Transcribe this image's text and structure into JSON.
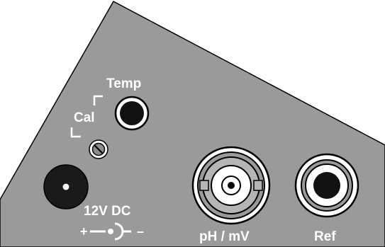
{
  "panel": {
    "fill_color": "#9a9a9a",
    "outline_color": "#000000"
  },
  "labels": {
    "temp": "Temp",
    "cal": "Cal",
    "power": "12V DC",
    "plus": "+",
    "minus": "–",
    "ph_mv": "pH / mV",
    "ref": "Ref"
  }
}
